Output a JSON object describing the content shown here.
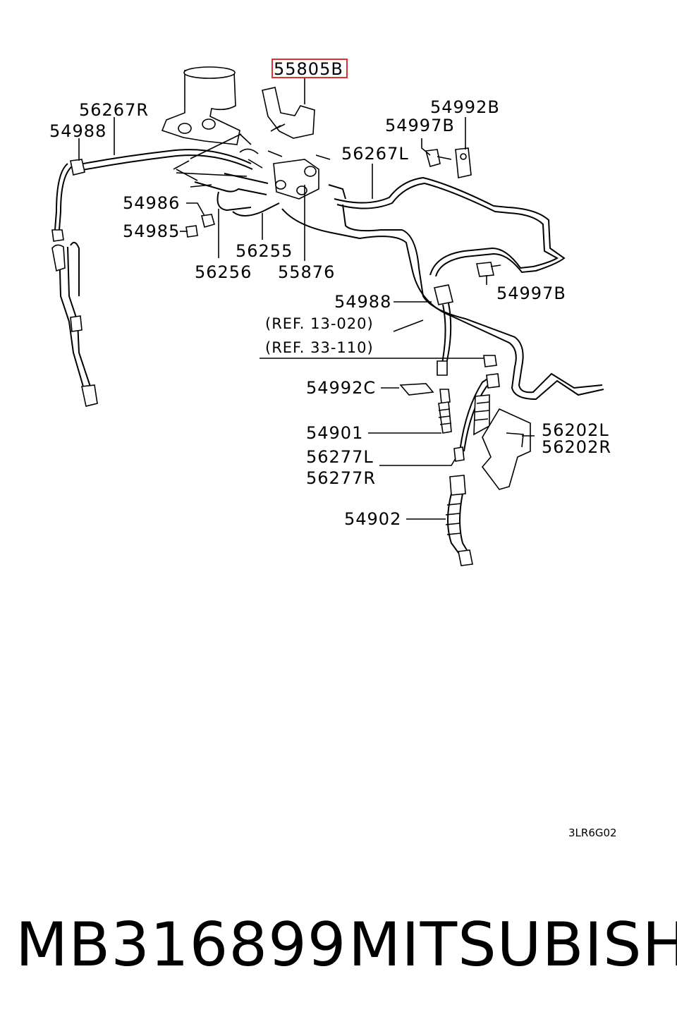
{
  "callouts": {
    "c55805B": "55805B",
    "c56267R": "56267R",
    "c54988_left": "54988",
    "c54992B": "54992B",
    "c54997B_top": "54997B",
    "c56267L": "56267L",
    "c54986": "54986",
    "c54985": "54985",
    "c56255": "56255",
    "c56256": "56256",
    "c55876": "55876",
    "c54988_mid": "54988",
    "c54997B_right": "54997B",
    "ref1": "(REF. 13-020)",
    "ref2": "(REF. 33-110)",
    "c54992C": "54992C",
    "c54901": "54901",
    "c56277L": "56277L",
    "c56277R": "56277R",
    "c56202L": "56202L",
    "c56202R": "56202R",
    "c54902": "54902"
  },
  "diagram_code": "3LR6G02",
  "highlight_color": "#e03030",
  "footer": {
    "part_number": "MB316899",
    "brand": "MITSUBISHI"
  }
}
